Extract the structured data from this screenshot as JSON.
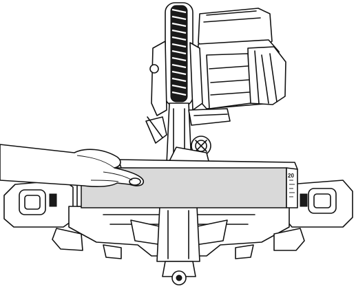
{
  "figure": {
    "miter_scale_label": "20",
    "colors": {
      "line": "#111111",
      "workpiece_fill": "#d9d9d9",
      "background": "#ffffff",
      "blade_teeth": "#1a1a1a"
    },
    "icons": [
      "miter-saw-illustration",
      "hand-icon",
      "workpiece-board",
      "saw-blade",
      "motor-housing"
    ]
  }
}
